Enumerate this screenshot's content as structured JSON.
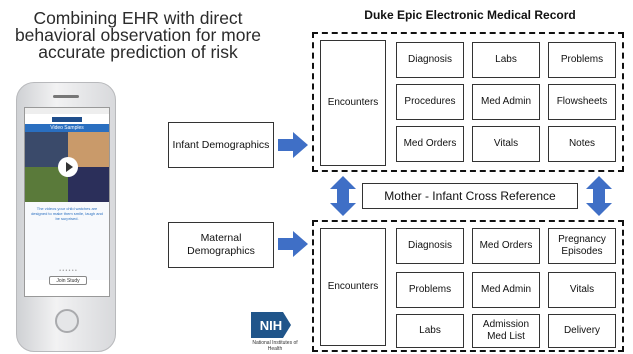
{
  "title": {
    "line1": "Combining EHR with direct",
    "line2": "behavioral observation for more",
    "line3": "accurate prediction of risk"
  },
  "ehr": {
    "title": "Duke Epic Electronic Medical Record",
    "infant": {
      "encounters": "Encounters",
      "cells": [
        "Diagnosis",
        "Labs",
        "Problems",
        "Procedures",
        "Med Admin",
        "Flowsheets",
        "Med Orders",
        "Vitals",
        "Notes"
      ]
    },
    "maternal": {
      "encounters": "Encounters",
      "cells": [
        "Diagnosis",
        "Med Orders",
        "Pregnancy Episodes",
        "Problems",
        "Med Admin",
        "Vitals",
        "Labs",
        "Admission Med List",
        "Delivery"
      ]
    },
    "cross_reference": "Mother - Infant Cross Reference"
  },
  "demographics": {
    "infant": "Infant Demographics",
    "maternal": "Maternal Demographics"
  },
  "phone": {
    "video_header": "Video Samples",
    "caption": "The videos your child watches are designed to make them smile, laugh and be surprised.",
    "dots": "• • • • • •",
    "join_button": "Join Study"
  },
  "logo": {
    "text": "NIH",
    "org": "National Institutes of Health"
  },
  "colors": {
    "arrow": "#3f6fc6"
  }
}
